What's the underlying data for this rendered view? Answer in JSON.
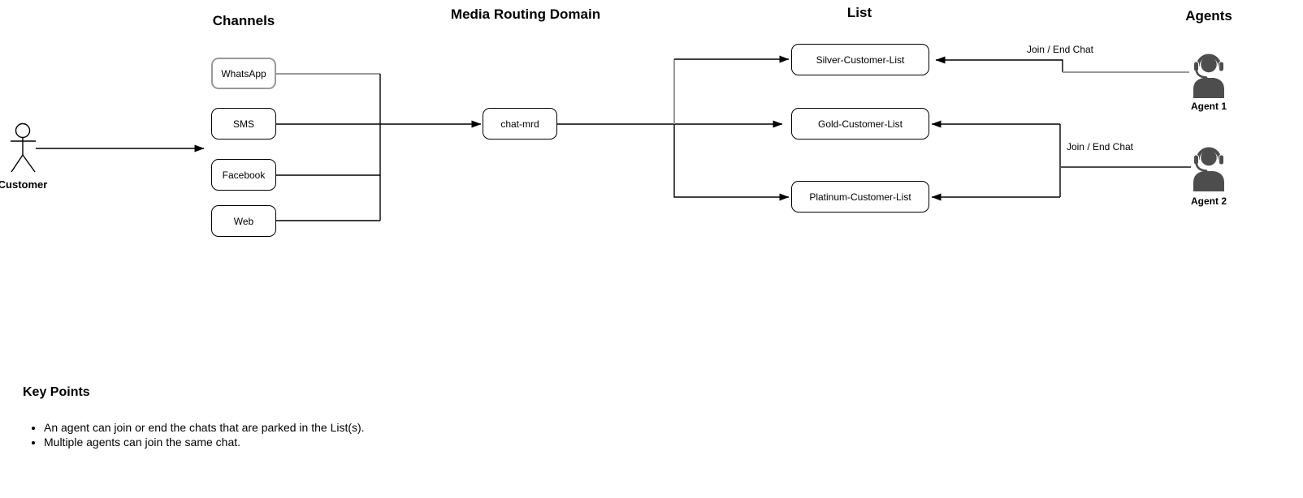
{
  "titles": {
    "channels": "Channels",
    "mrd": "Media Routing Domain",
    "list": "List",
    "agents": "Agents"
  },
  "actor": {
    "label": "Customer"
  },
  "channels": [
    {
      "label": "WhatsApp"
    },
    {
      "label": "SMS"
    },
    {
      "label": "Facebook"
    },
    {
      "label": "Web"
    }
  ],
  "mrd_node": {
    "label": "chat-mrd"
  },
  "lists": [
    {
      "label": "Silver-Customer-List"
    },
    {
      "label": "Gold-Customer-List"
    },
    {
      "label": "Platinum-Customer-List"
    }
  ],
  "agents": [
    {
      "label": "Agent 1",
      "edge_label": "Join / End Chat"
    },
    {
      "label": "Agent 2",
      "edge_label": "Join / End Chat"
    }
  ],
  "key_points": {
    "heading": "Key Points",
    "bullets": [
      "An agent can join or end the chats that are parked in the List(s).",
      "Multiple agents can join the same chat."
    ]
  },
  "colors": {
    "line_black": "#000000",
    "highlight_gray": "#999999",
    "agent_dark_gray": "#4D4D4D",
    "background": "#FFFFFF"
  }
}
